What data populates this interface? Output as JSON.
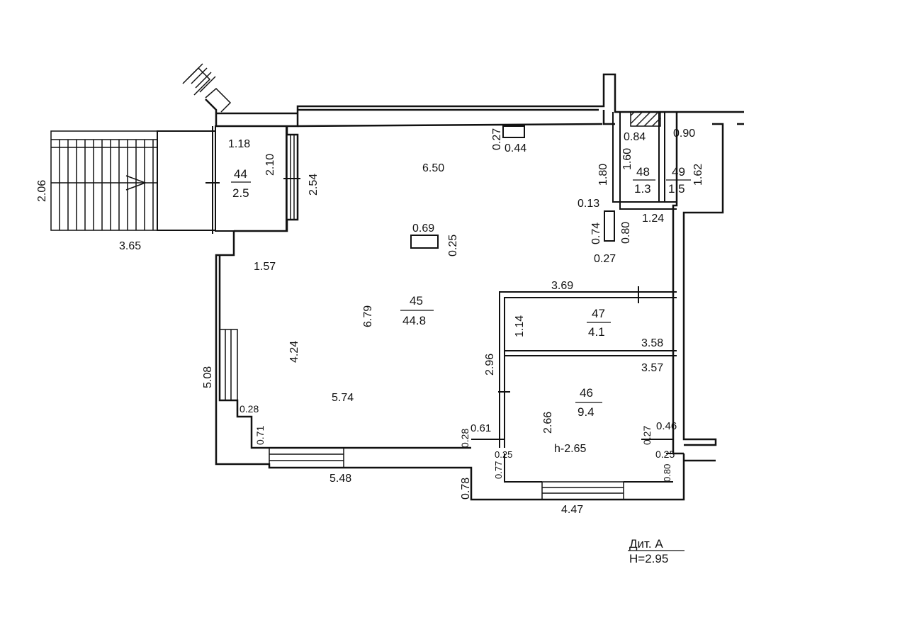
{
  "title": {
    "name": "Дит. А",
    "height": "H=2.95"
  },
  "rooms": [
    {
      "number": "44",
      "area": "2.5"
    },
    {
      "number": "45",
      "area": "44.8"
    },
    {
      "number": "46",
      "area": "9.4"
    },
    {
      "number": "47",
      "area": "4.1"
    },
    {
      "number": "48",
      "area": "1.3"
    },
    {
      "number": "49",
      "area": "1.5"
    }
  ],
  "ceiling_height": "h-2.65",
  "dimensions": [
    "2.06",
    "3.65",
    "1.18",
    "2.10",
    "2.54",
    "6.50",
    "0.27",
    "0.44",
    "1.80",
    "1.60",
    "0.84",
    "0.90",
    "1.62",
    "0.13",
    "1.24",
    "0.74",
    "0.80",
    "0.27",
    "0.69",
    "0.25",
    "1.57",
    "6.79",
    "3.69",
    "1.14",
    "3.58",
    "3.57",
    "4.24",
    "5.08",
    "2.96",
    "2.66",
    "5.74",
    "0.28",
    "0.71",
    "0.28",
    "0.61",
    "0.25",
    "0.77",
    "0.27",
    "0.46",
    "0.25",
    "0.80",
    "5.48",
    "0.78",
    "4.47"
  ],
  "colors": {
    "line": "#111111",
    "paper": "#ffffff",
    "hatch": "#222222"
  }
}
